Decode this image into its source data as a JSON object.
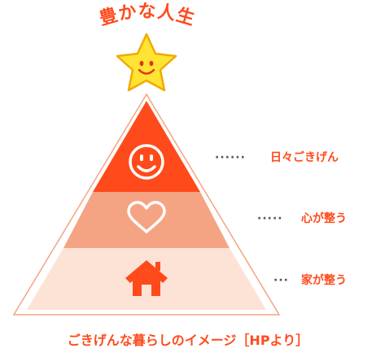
{
  "title": "豊かな人生",
  "layers": [
    {
      "icon": "smiley-face-icon",
      "dots": "······",
      "label": "日々ごきげん",
      "color": "#ff4a1c"
    },
    {
      "icon": "heart-icon",
      "dots": "·····",
      "label": "心が整う",
      "color": "#f5a483"
    },
    {
      "icon": "house-icon",
      "dots": "···",
      "label": "家が整う",
      "color": "#fde2d6"
    }
  ],
  "caption": "ごきげんな暮らしのイメージ［HPより］",
  "colors": {
    "accent": "#ff4a1c",
    "star_fill": "#ffe433",
    "star_outline": "#f2a900",
    "outline": "#f5a483"
  }
}
